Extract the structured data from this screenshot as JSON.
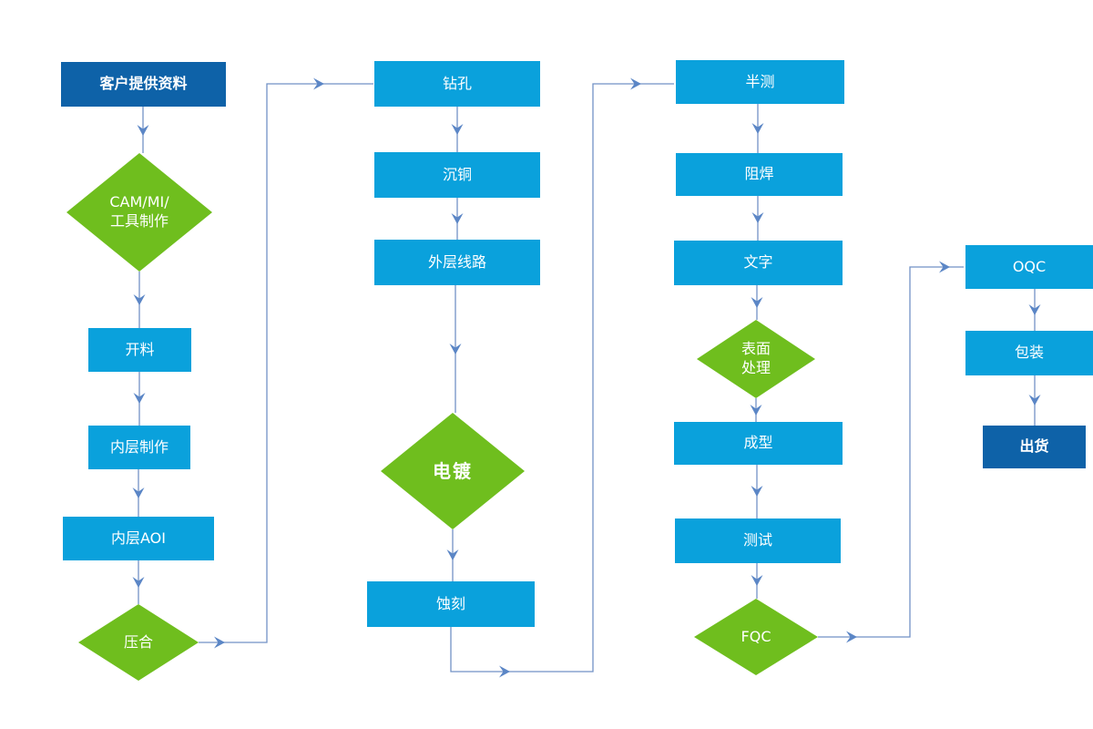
{
  "flowchart": {
    "nodes": {
      "customer_data": {
        "label": "客户提供资料",
        "shape": "rect",
        "kind": "terminal"
      },
      "cam_mi_tooling": {
        "label": "CAM/MI/\n工具制作",
        "shape": "diamond",
        "kind": "decision"
      },
      "cutting": {
        "label": "开料",
        "shape": "rect",
        "kind": "process"
      },
      "inner_layer": {
        "label": "内层制作",
        "shape": "rect",
        "kind": "process"
      },
      "inner_aoi": {
        "label": "内层AOI",
        "shape": "rect",
        "kind": "process"
      },
      "lamination": {
        "label": "压合",
        "shape": "diamond",
        "kind": "decision"
      },
      "drilling": {
        "label": "钻孔",
        "shape": "rect",
        "kind": "process"
      },
      "copper_deposition": {
        "label": "沉铜",
        "shape": "rect",
        "kind": "process"
      },
      "outer_circuit": {
        "label": "外层线路",
        "shape": "rect",
        "kind": "process"
      },
      "plating": {
        "label": "电镀",
        "shape": "diamond",
        "kind": "decision"
      },
      "etching": {
        "label": "蚀刻",
        "shape": "rect",
        "kind": "process"
      },
      "half_test": {
        "label": "半测",
        "shape": "rect",
        "kind": "process"
      },
      "solder_mask": {
        "label": "阻焊",
        "shape": "rect",
        "kind": "process"
      },
      "silkscreen": {
        "label": "文字",
        "shape": "rect",
        "kind": "process"
      },
      "surface_finish": {
        "label": "表面\n处理",
        "shape": "diamond",
        "kind": "decision"
      },
      "forming": {
        "label": "成型",
        "shape": "rect",
        "kind": "process"
      },
      "testing": {
        "label": "测试",
        "shape": "rect",
        "kind": "process"
      },
      "fqc": {
        "label": "FQC",
        "shape": "diamond",
        "kind": "decision"
      },
      "oqc": {
        "label": "OQC",
        "shape": "rect",
        "kind": "process"
      },
      "packing": {
        "label": "包装",
        "shape": "rect",
        "kind": "process"
      },
      "shipping": {
        "label": "出货",
        "shape": "rect",
        "kind": "terminal"
      }
    },
    "flow_order": [
      "customer_data",
      "cam_mi_tooling",
      "cutting",
      "inner_layer",
      "inner_aoi",
      "lamination",
      "drilling",
      "copper_deposition",
      "outer_circuit",
      "plating",
      "etching",
      "half_test",
      "solder_mask",
      "silkscreen",
      "surface_finish",
      "forming",
      "testing",
      "fqc",
      "oqc",
      "packing",
      "shipping"
    ],
    "colors": {
      "process_box": "#0aa1dc",
      "terminal_box": "#0e62a8",
      "decision_diamond": "#6fbe1e",
      "connector_line": "#7291c5",
      "arrowhead": "#5b86c6",
      "label_text": "#ffffff",
      "background": "#ffffff"
    }
  }
}
